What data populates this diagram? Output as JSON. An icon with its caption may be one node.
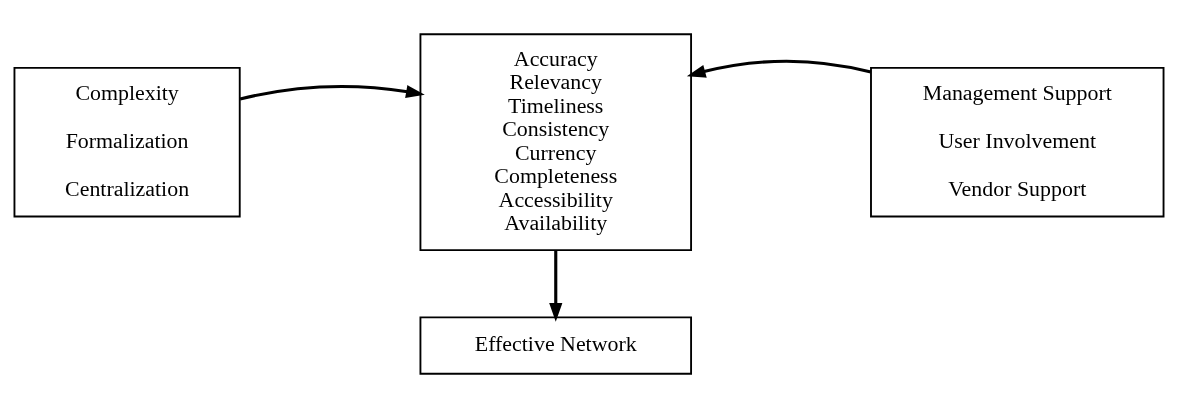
{
  "diagram": {
    "nodes": [
      {
        "text": [
          "Complexity",
          "Formalization",
          "Centralization"
        ]
      },
      {
        "text": [
          "Accuracy",
          "Relevancy",
          "Timeliness",
          "Consistency",
          "Currency",
          "Completeness",
          "Accessibility",
          "Availability"
        ]
      },
      {
        "text": [
          "Management Support",
          "User Involvement",
          "Vendor Support"
        ]
      },
      {
        "text": [
          "Effective Network"
        ]
      }
    ],
    "edges": [
      {
        "from": 0,
        "to": 1,
        "arrow": "to"
      },
      {
        "from": 2,
        "to": 1,
        "arrow": "to"
      },
      {
        "from": 1,
        "to": 3,
        "arrow": "to"
      }
    ]
  }
}
